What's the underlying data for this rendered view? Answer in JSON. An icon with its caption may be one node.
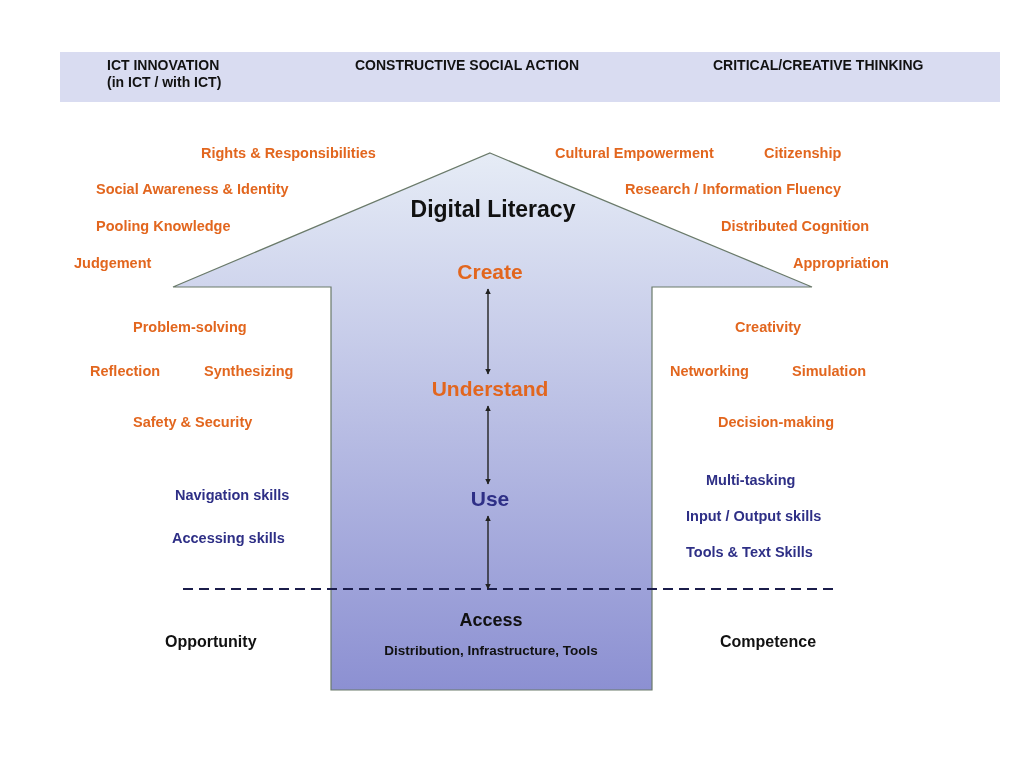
{
  "diagram": {
    "nodes": [
      {
        "text": [
          "Digital Literacy"
        ]
      },
      {
        "text": [
          "Create"
        ],
        "in": 0
      },
      {
        "text": [
          "Understand"
        ],
        "in": 0
      },
      {
        "text": [
          "Use"
        ],
        "in": 0
      },
      {
        "text": [
          "Access",
          "Distribution, Infrastructure, Tools"
        ],
        "in": 0
      }
    ],
    "edges": [
      {
        "from": 1,
        "to": 2,
        "arrow": "both"
      },
      {
        "from": 2,
        "to": 3,
        "arrow": "both"
      },
      {
        "from": 3,
        "to": 4,
        "arrow": "both"
      }
    ],
    "labels": [
      "ICT INNOVATION (in ICT / with ICT)",
      "CONSTRUCTIVE SOCIAL ACTION",
      "CRITICAL/CREATIVE THINKING",
      "Rights & Responsibilities",
      "Cultural Empowerment",
      "Citizenship",
      "Social Awareness & Identity",
      "Research / Information Fluency",
      "Pooling Knowledge",
      "Distributed Cognition",
      "Judgement",
      "Appropriation",
      "Problem-solving",
      "Creativity",
      "Reflection",
      "Synthesizing",
      "Networking",
      "Simulation",
      "Safety & Security",
      "Decision-making",
      "Navigation skills",
      "Multi-tasking",
      "Accessing skills",
      "Input / Output skills",
      "Tools & Text Skills",
      "Opportunity",
      "Competence"
    ]
  }
}
